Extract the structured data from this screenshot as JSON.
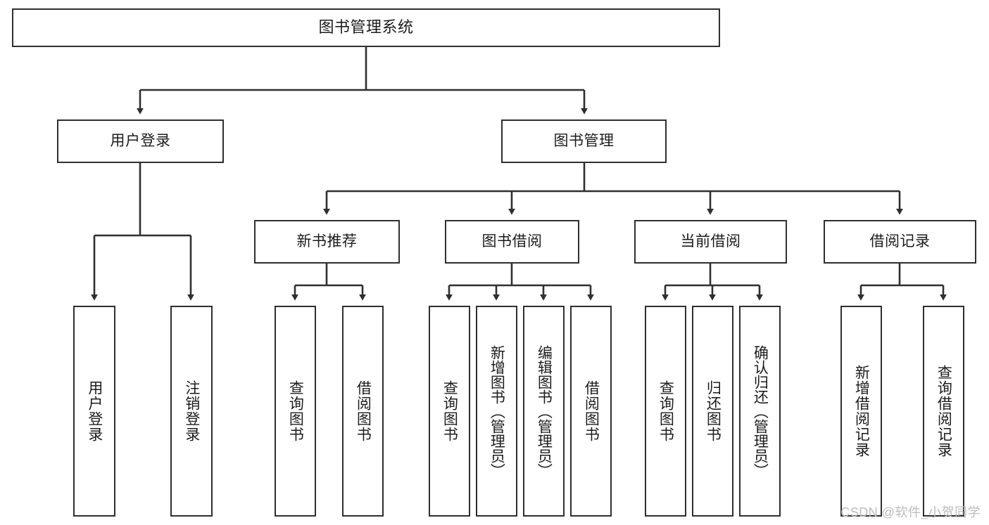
{
  "diagram": {
    "kind": "hierarchy-tree",
    "title": "图书管理系统",
    "watermark": "CSDN @软件_小贺同学",
    "colors": {
      "stroke": "#2f2f2f",
      "fill": "#ffffff",
      "text": "#1c1c1c",
      "watermark": "#bdbdbd"
    },
    "root": {
      "label": "图书管理系统"
    },
    "level1": [
      {
        "label": "用户登录"
      },
      {
        "label": "图书管理"
      }
    ],
    "level2": [
      {
        "label": "新书推荐"
      },
      {
        "label": "图书借阅"
      },
      {
        "label": "当前借阅"
      },
      {
        "label": "借阅记录"
      }
    ],
    "leaves": {
      "user_login": [
        {
          "label": "用户登录"
        },
        {
          "label": "注销登录"
        }
      ],
      "new_book": [
        {
          "label": "查询图书"
        },
        {
          "label": "借阅图书"
        }
      ],
      "book_borrow": [
        {
          "label": "查询图书"
        },
        {
          "label": "新增图书（管理员）"
        },
        {
          "label": "编辑图书（管理员）"
        },
        {
          "label": "借阅图书"
        }
      ],
      "current_borrow": [
        {
          "label": "查询图书"
        },
        {
          "label": "归还图书"
        },
        {
          "label": "确认归还（管理员）"
        }
      ],
      "borrow_record": [
        {
          "label": "新增借阅记录"
        },
        {
          "label": "查询借阅记录"
        }
      ]
    }
  }
}
